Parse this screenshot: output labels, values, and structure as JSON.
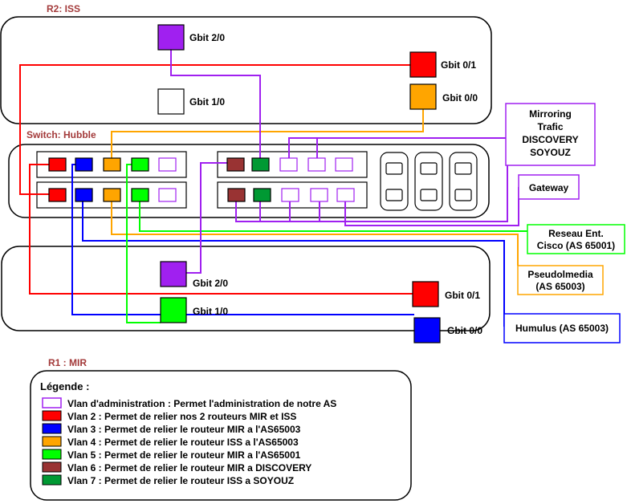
{
  "titles": {
    "r2": "R2: ISS",
    "switch": "Switch: Hubble",
    "r1": "R1 : MIR"
  },
  "r2_ports": {
    "g20": "Gbit 2/0",
    "g01": "Gbit 0/1",
    "g10": "Gbit 1/0",
    "g00": "Gbit 0/0"
  },
  "r1_ports": {
    "g20": "Gbit 2/0",
    "g01": "Gbit 0/1",
    "g10": "Gbit 1/0",
    "g00": "Gbit 0/0"
  },
  "external": {
    "mirroring": [
      "Mirroring",
      "Trafic",
      "DISCOVERY",
      "SOYOUZ"
    ],
    "gateway": "Gateway",
    "cisco": [
      "Reseau Ent.",
      "Cisco (AS 65001)"
    ],
    "pseudo": [
      "Pseudolmedia",
      "(AS 65003)"
    ],
    "humulus": "Humulus (AS 65003)"
  },
  "legend": {
    "title": "Légende :",
    "items": [
      "Vlan d'administration : Permet l'administration de notre AS",
      "Vlan 2 : Permet de relier nos 2 routeurs MIR et ISS",
      "Vlan 3 : Permet de relier le routeur MIR a l'AS65003",
      "Vlan 4 : Permet de relier le routeur ISS a l'AS65003",
      "Vlan 5 : Permet de relier le routeur MIR a l'AS65001",
      "Vlan 6 : Permet de relier le routeur MIR a DISCOVERY",
      "Vlan 7 : Permet de relier le routeur ISS a SOYOUZ"
    ]
  },
  "colors": {
    "admin": "#a020f0",
    "vlan2": "#ff0000",
    "vlan3": "#0000ff",
    "vlan4": "#ffa500",
    "vlan5": "#00ff00",
    "vlan6": "#993333",
    "vlan7": "#009933"
  }
}
